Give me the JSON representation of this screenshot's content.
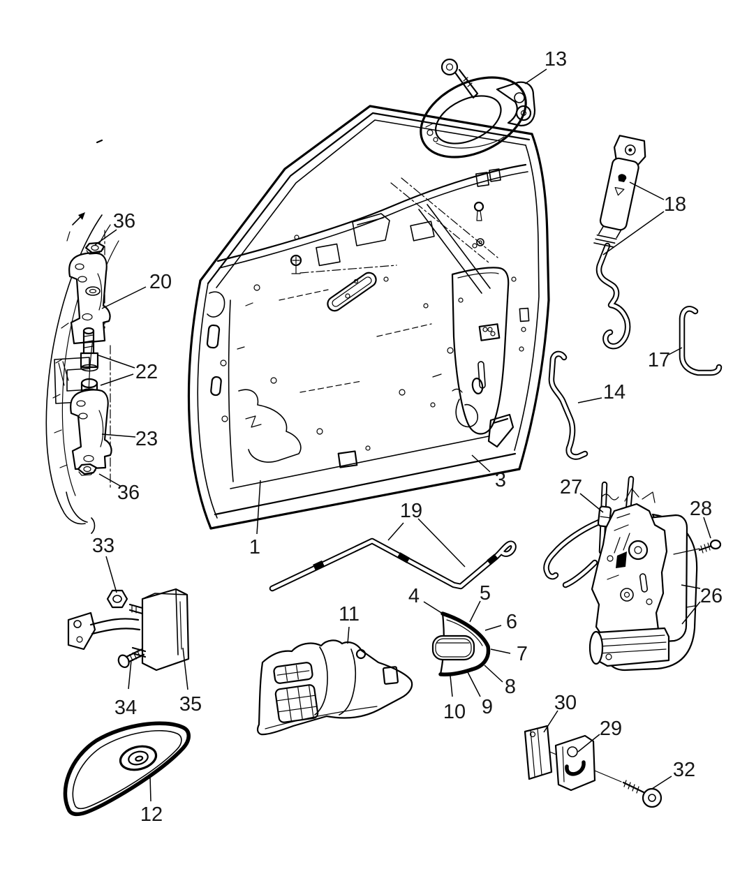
{
  "colors": {
    "background": "#ffffff",
    "line": "#000000",
    "label": "#161616"
  },
  "callouts": {
    "c1": "1",
    "c3": "3",
    "c4": "4",
    "c5": "5",
    "c6": "6",
    "c7": "7",
    "c8": "8",
    "c9": "9",
    "c10": "10",
    "c11": "11",
    "c12": "12",
    "c13": "13",
    "c14": "14",
    "c17": "17",
    "c18": "18",
    "c19": "19",
    "c20": "20",
    "c22": "22",
    "c23": "23",
    "c26": "26",
    "c27": "27",
    "c28": "28",
    "c29": "29",
    "c30": "30",
    "c32": "32",
    "c33": "33",
    "c34": "34",
    "c35": "35",
    "c36a": "36",
    "c36b": "36"
  }
}
